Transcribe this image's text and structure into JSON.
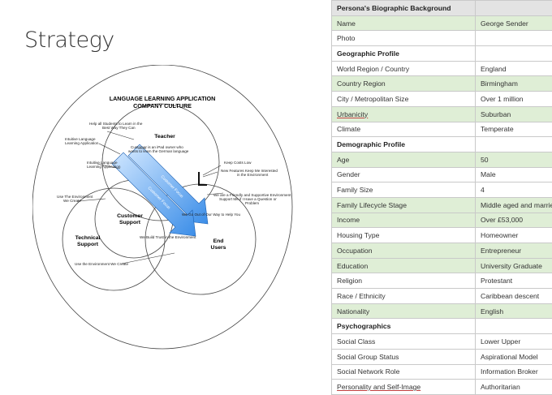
{
  "slide": {
    "title": "Strategy"
  },
  "diagram": {
    "title_line1": "LANGUAGE LEARNING APPLICATION",
    "title_line2": "COMPANY CULTURE",
    "circles": {
      "teacher": "Teacher",
      "customer_support_1": "Customer",
      "customer_support_2": "Support",
      "technical_support_1": "Technical",
      "technical_support_2": "Support",
      "end_users_1": "End",
      "end_users_2": "Users"
    },
    "arrow_labels": [
      "Customer Focus",
      "Customer Focus"
    ],
    "annotations": {
      "help_students_1": "Help all Students to Learn in the",
      "help_students_2": "Best Way They Can",
      "intuitive1_1": "Intuitive Language",
      "intuitive1_2": "Learning Application",
      "intuitive2_1": "Intuitive Language",
      "intuitive2_2": "Learning Application",
      "customer_ipad_1": "Customer is an iPad owner who",
      "customer_ipad_2": "wants to learn the German language",
      "keep_costs": "Keep Costs Low",
      "new_features_1": "New Features Keep Me Interested",
      "new_features_2": "in the Environment",
      "friendly_1": "We are a Friendly and Supportive Environment",
      "friendly_2": "Support Me if I Have a Question or",
      "friendly_3": "Problem",
      "use_env_1": "Use The Environment",
      "use_env_2": "We Create",
      "go_out_of_way": "We Go Out of Our Way to Help You",
      "build_trust": "We Build Trust in the Environment",
      "use_env_bottom": "Use the Environment We Create"
    }
  },
  "persona": {
    "header": {
      "label": "Persona's Biographic Background",
      "value": ""
    },
    "rows": [
      {
        "kind": "green",
        "label": "Name",
        "value": "George Sender"
      },
      {
        "kind": "white",
        "label": "Photo",
        "value": ""
      },
      {
        "kind": "section",
        "label": "Geographic Profile",
        "value": ""
      },
      {
        "kind": "white",
        "label": "World Region / Country",
        "value": "England"
      },
      {
        "kind": "green",
        "label": "Country Region",
        "value": "Birmingham"
      },
      {
        "kind": "white",
        "label": "City / Metropolitan Size",
        "value": "Over 1 million"
      },
      {
        "kind": "green",
        "label": "Urbanicity",
        "value": "Suburban",
        "underline": true
      },
      {
        "kind": "white",
        "label": "Climate",
        "value": "Temperate"
      },
      {
        "kind": "section",
        "label": "Demographic Profile",
        "value": ""
      },
      {
        "kind": "green",
        "label": "Age",
        "value": "50"
      },
      {
        "kind": "white",
        "label": "Gender",
        "value": "Male"
      },
      {
        "kind": "white",
        "label": "Family Size",
        "value": "4"
      },
      {
        "kind": "green",
        "label": "Family Lifecycle Stage",
        "value": "Middle aged and married"
      },
      {
        "kind": "green",
        "label": "Income",
        "value": "Over £53,000"
      },
      {
        "kind": "white",
        "label": "Housing Type",
        "value": "Homeowner"
      },
      {
        "kind": "green",
        "label": "Occupation",
        "value": "Entrepreneur"
      },
      {
        "kind": "green",
        "label": "Education",
        "value": "University Graduate"
      },
      {
        "kind": "white",
        "label": "Religion",
        "value": "Protestant"
      },
      {
        "kind": "white",
        "label": "Race / Ethnicity",
        "value": "Caribbean descent"
      },
      {
        "kind": "green",
        "label": "Nationality",
        "value": "English"
      },
      {
        "kind": "section",
        "label": "Psychographics",
        "value": ""
      },
      {
        "kind": "white",
        "label": "Social Class",
        "value": "Lower Upper"
      },
      {
        "kind": "white",
        "label": "Social Group Status",
        "value": "Aspirational Model"
      },
      {
        "kind": "white",
        "label": "Social Network Role",
        "value": "Information Broker"
      },
      {
        "kind": "white",
        "label": "Personality and Self-Image",
        "value": "Authoritarian",
        "underline": true
      }
    ]
  }
}
